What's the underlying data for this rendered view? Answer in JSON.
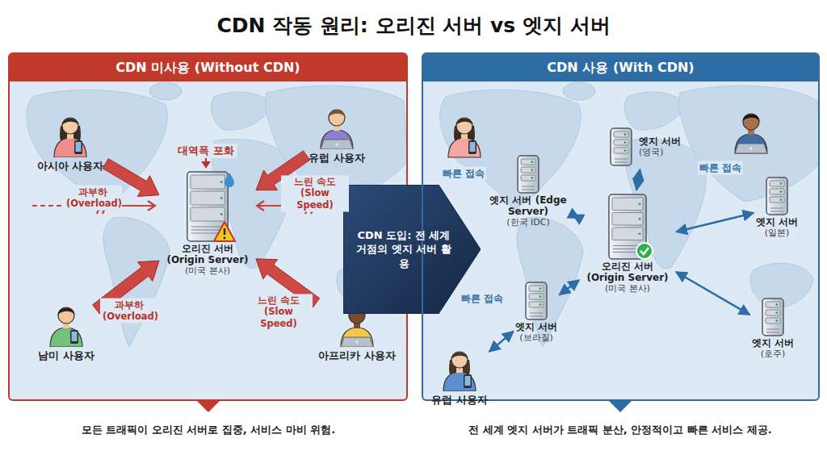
{
  "diagram": {
    "title": "CDN 작동 원리: 오리진 서버 vs 엣지 서버",
    "nodes": [
      {
        "text": [
          "CDN 미사용 (Without CDN)"
        ]
      },
      {
        "text": [
          "아시아 사용자"
        ],
        "in": 0
      },
      {
        "text": [
          "유럽 사용자"
        ],
        "in": 0
      },
      {
        "text": [
          "오리진 서버 (Origin Server)",
          "(미국 본사)"
        ],
        "in": 0
      },
      {
        "text": [
          "남미 사용자"
        ],
        "in": 0
      },
      {
        "text": [
          "아프리카 사용자"
        ],
        "in": 0
      },
      {
        "text": [
          "CDN 도입: 전 세계 거점의 엣지 서버 활용"
        ]
      },
      {
        "text": [
          "CDN 사용 (With CDN)"
        ]
      },
      {
        "text": [
          "엣지 서버 (Edge Server)",
          "(한국 IDC)"
        ],
        "in": 7
      },
      {
        "text": [
          "엣지 서버",
          "(영국)"
        ],
        "in": 7
      },
      {
        "text": [
          "엣지 서버",
          "(일본)"
        ],
        "in": 7
      },
      {
        "text": [
          "오리진 서버 (Origin Server)",
          "(미국 본사)"
        ],
        "in": 7
      },
      {
        "text": [
          "엣지 서버",
          "(브라질)"
        ],
        "in": 7
      },
      {
        "text": [
          "엣지 서버",
          "(호주)"
        ],
        "in": 7
      },
      {
        "text": [
          "유럽 사용자"
        ],
        "in": 7
      }
    ],
    "edges": [
      {
        "from": 1,
        "to": 3,
        "arrow": "to",
        "label": "과부하 (Overload)"
      },
      {
        "from": 2,
        "to": 3,
        "arrow": "to",
        "label": "느린 속도 (Slow Speed)"
      },
      {
        "from": 4,
        "to": 3,
        "arrow": "to",
        "label": "과부하 (Overload)"
      },
      {
        "from": 5,
        "to": 3,
        "arrow": "to",
        "label": "느린 속도 (Slow Speed)"
      },
      {
        "from": 11,
        "to": 8,
        "arrow": "both"
      },
      {
        "from": 11,
        "to": 9,
        "arrow": "both"
      },
      {
        "from": 11,
        "to": 10,
        "arrow": "both"
      },
      {
        "from": 11,
        "to": 12,
        "arrow": "both"
      },
      {
        "from": 11,
        "to": 13,
        "arrow": "both"
      },
      {
        "from": 14,
        "to": 12,
        "arrow": "both",
        "label": "빠른 접속"
      }
    ],
    "labels": [
      "대역폭 포화",
      "빠른 접속",
      "빠른 접속",
      "모든 트래픽이 오리진 서버로 집중, 서비스 마비 위험.",
      "전 세계 엣지 서버가 트래픽 분산, 안정적이고 빠른 서비스 제공."
    ]
  }
}
